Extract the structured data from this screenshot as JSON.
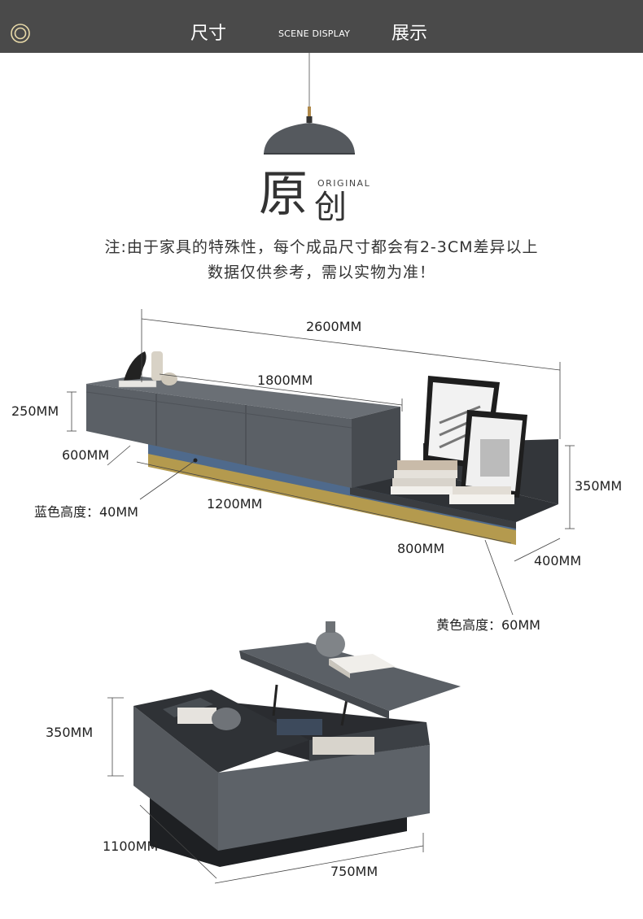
{
  "header": {
    "left_label": "尺寸",
    "middle_label": "SCENE DISPLAY",
    "right_label": "展示",
    "logo_icon": "concentric-circle-logo-icon"
  },
  "title": {
    "main_char": "原",
    "second_char": "创",
    "english": "ORIGINAL"
  },
  "note": {
    "line1": "注:由于家具的特殊性，每个成品尺寸都会有2-3CM差异以上",
    "line2": "数据仅供参考，需以实物为准！"
  },
  "tv_cabinet": {
    "total_length": "2600MM",
    "top_cabinet_length": "1800MM",
    "height_left": "250MM",
    "depth_left": "600MM",
    "blue_height": "蓝色高度：40MM",
    "base_length": "1200MM",
    "side_length": "800MM",
    "back_height": "350MM",
    "depth_right": "400MM",
    "yellow_height": "黄色高度：60MM"
  },
  "coffee_table": {
    "height": "350MM",
    "length": "1100MM",
    "width": "750MM"
  },
  "colors": {
    "header_bg": "#4a4a4a",
    "cabinet_gray": "#5b6066",
    "accent_blue": "#4f6a8c",
    "accent_gold": "#b49a4e"
  }
}
